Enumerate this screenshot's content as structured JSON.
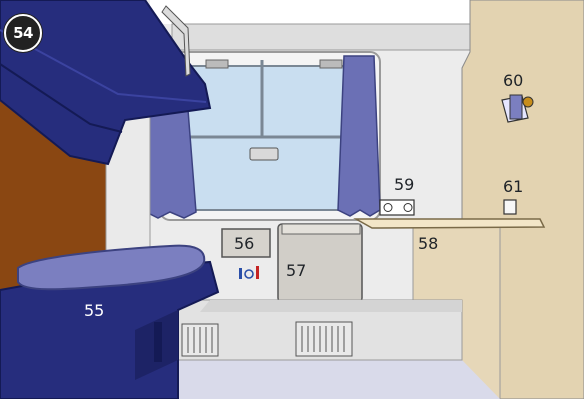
{
  "figure_number": "54",
  "callouts": {
    "berth": "55",
    "mirror_cabinet": "56",
    "washbasin": "57",
    "folding_table": "58",
    "power_sockets": "59",
    "toilet_paper_holder": "60",
    "light_switch": "61"
  },
  "colors": {
    "berth_navy": "#262d7d",
    "berth_mattress": "#7b7fc0",
    "curtain": "#6b70b5",
    "panel_brown": "#8a4712",
    "wall_tan": "#e3d3b1",
    "floor": "#d9daea",
    "window_glass": "#c9def0",
    "thermo_blue": "#2b4fa8",
    "thermo_red": "#c42424"
  }
}
